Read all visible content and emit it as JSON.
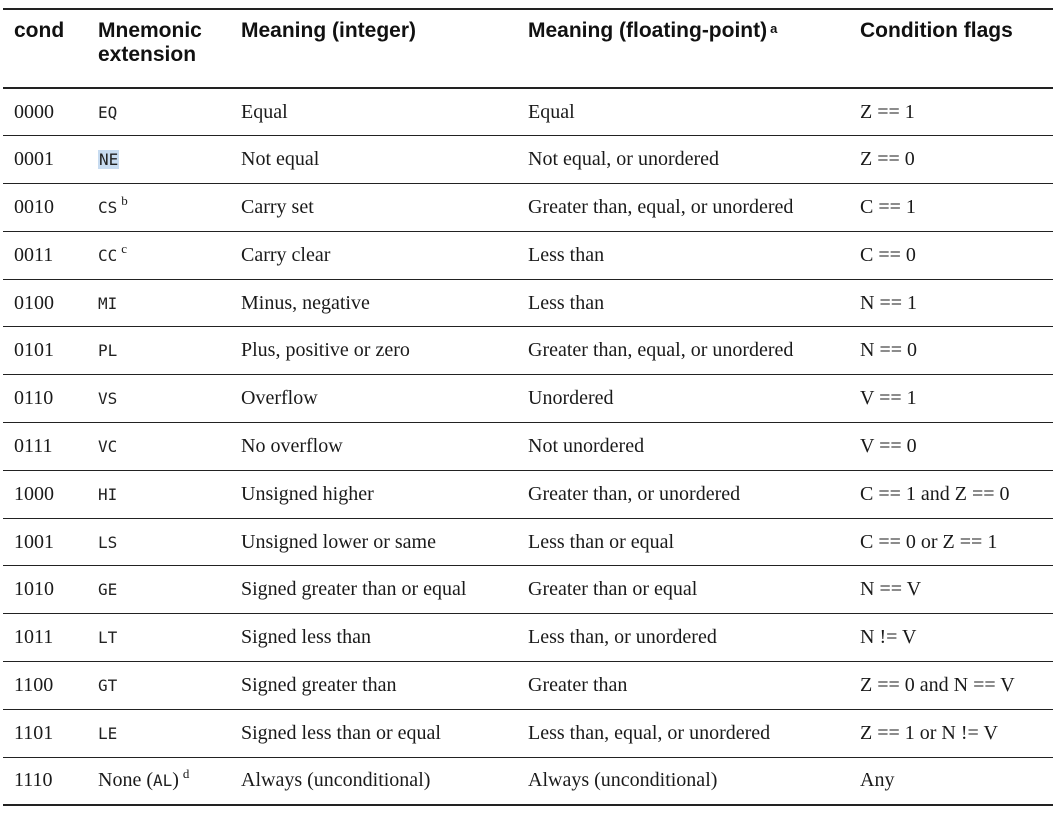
{
  "table": {
    "headers": {
      "cond": "cond",
      "mnemonic_line1": "Mnemonic",
      "mnemonic_line2": "extension",
      "meaning_int": "Meaning (integer)",
      "meaning_fp": "Meaning (floating-point)",
      "meaning_fp_note": "a",
      "flags": "Condition flags"
    },
    "rows": [
      {
        "cond": "0000",
        "mnemonic": "EQ",
        "note": "",
        "int": "Equal",
        "fp": "Equal",
        "flags": "Z == 1"
      },
      {
        "cond": "0001",
        "mnemonic": "NE",
        "note": "",
        "int": "Not equal",
        "fp": "Not equal, or unordered",
        "flags": "Z == 0"
      },
      {
        "cond": "0010",
        "mnemonic": "CS",
        "note": "b",
        "int": "Carry set",
        "fp": "Greater than, equal, or unordered",
        "flags": "C == 1"
      },
      {
        "cond": "0011",
        "mnemonic": "CC",
        "note": "c",
        "int": "Carry clear",
        "fp": "Less than",
        "flags": "C == 0"
      },
      {
        "cond": "0100",
        "mnemonic": "MI",
        "note": "",
        "int": "Minus, negative",
        "fp": "Less than",
        "flags": "N == 1"
      },
      {
        "cond": "0101",
        "mnemonic": "PL",
        "note": "",
        "int": "Plus, positive or zero",
        "fp": "Greater than, equal, or unordered",
        "flags": "N == 0"
      },
      {
        "cond": "0110",
        "mnemonic": "VS",
        "note": "",
        "int": "Overflow",
        "fp": "Unordered",
        "flags": "V == 1"
      },
      {
        "cond": "0111",
        "mnemonic": "VC",
        "note": "",
        "int": "No overflow",
        "fp": "Not unordered",
        "flags": "V == 0"
      },
      {
        "cond": "1000",
        "mnemonic": "HI",
        "note": "",
        "int": "Unsigned higher",
        "fp": "Greater than, or unordered",
        "flags": "C == 1 and Z == 0"
      },
      {
        "cond": "1001",
        "mnemonic": "LS",
        "note": "",
        "int": "Unsigned lower or same",
        "fp": "Less than or equal",
        "flags": "C == 0 or Z == 1"
      },
      {
        "cond": "1010",
        "mnemonic": "GE",
        "note": "",
        "int": "Signed greater than or equal",
        "fp": "Greater than or equal",
        "flags": "N == V"
      },
      {
        "cond": "1011",
        "mnemonic": "LT",
        "note": "",
        "int": "Signed less than",
        "fp": "Less than, or unordered",
        "flags": "N != V"
      },
      {
        "cond": "1100",
        "mnemonic": "GT",
        "note": "",
        "int": "Signed greater than",
        "fp": "Greater than",
        "flags": "Z == 0 and N == V"
      },
      {
        "cond": "1101",
        "mnemonic": "LE",
        "note": "",
        "int": "Signed less than or equal",
        "fp": "Less than, equal, or unordered",
        "flags": "Z == 1 or N != V"
      },
      {
        "cond": "1110",
        "mnemonic_prefix": "None (",
        "mnemonic": "AL",
        "mnemonic_suffix": ")",
        "note": "d",
        "int": "Always (unconditional)",
        "fp": "Always (unconditional)",
        "flags": "Any"
      }
    ]
  },
  "colors": {
    "highlight": "#c7dbf0",
    "rule": "#222222",
    "text": "#1a1a1a"
  }
}
